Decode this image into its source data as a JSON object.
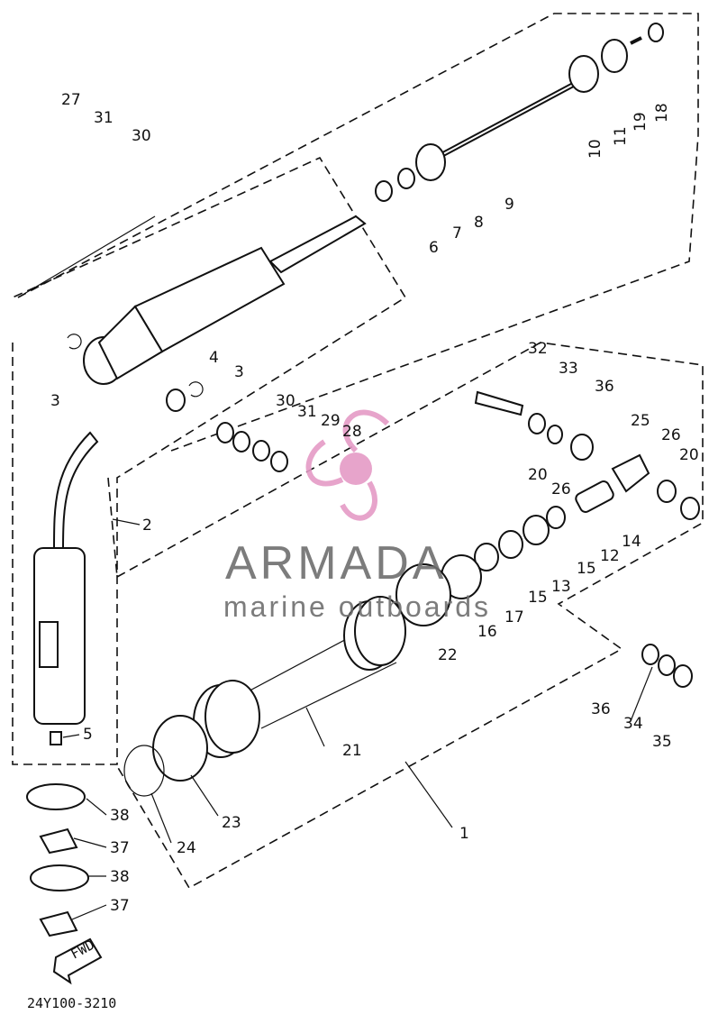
{
  "drawing_code": "24Y100-3210",
  "fwd_label": "FWD",
  "watermark": {
    "brand": "ARMADA",
    "tagline": "marine outboards",
    "color": "#e59bc6"
  },
  "callouts": [
    "1",
    "2",
    "3",
    "3",
    "4",
    "5",
    "6",
    "7",
    "8",
    "9",
    "10",
    "11",
    "12",
    "13",
    "14",
    "15",
    "15",
    "16",
    "17",
    "18",
    "19",
    "20",
    "20",
    "21",
    "22",
    "23",
    "24",
    "25",
    "26",
    "26",
    "27",
    "28",
    "29",
    "30",
    "30",
    "31",
    "31",
    "32",
    "33",
    "34",
    "35",
    "36",
    "36",
    "37",
    "37",
    "38",
    "38"
  ]
}
